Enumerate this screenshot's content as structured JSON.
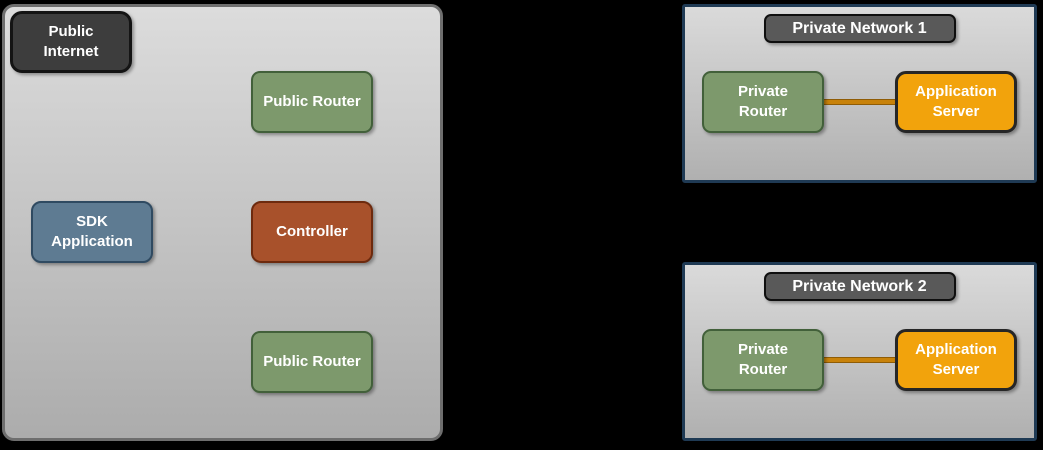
{
  "canvas": {
    "background": "#000000"
  },
  "public_zone": {
    "nodes": {
      "public_internet": {
        "label": "Public Internet",
        "fill": "#3d3d3d",
        "border": "#141414"
      },
      "public_router_top": {
        "label": "Public Router",
        "fill": "#7d996c",
        "border": "#42603a"
      },
      "sdk_application": {
        "label": "SDK Application",
        "fill": "#5e7b92",
        "border": "#2f4a61"
      },
      "controller": {
        "label": "Controller",
        "fill": "#a8512b",
        "border": "#6d2a0e"
      },
      "public_router_bottom": {
        "label": "Public Router",
        "fill": "#7d996c",
        "border": "#42603a"
      }
    }
  },
  "networks": [
    {
      "title": "Private Network 1",
      "router_label": "Private Router",
      "server_label": "Application Server",
      "router_fill": "#7d996c",
      "server_fill": "#f2a30c",
      "connector_color": "#c8820a"
    },
    {
      "title": "Private Network 2",
      "router_label": "Private Router",
      "server_label": "Application Server",
      "router_fill": "#7d996c",
      "server_fill": "#f2a30c",
      "connector_color": "#c8820a"
    }
  ],
  "colors": {
    "zone_fill_top": "#dcdcdc",
    "zone_fill_bottom": "#acacac",
    "public_zone_border": "#6e6e6e",
    "network_zone_border": "#1f3a54",
    "title_badge_fill": "#595959",
    "text": "#ffffff"
  }
}
